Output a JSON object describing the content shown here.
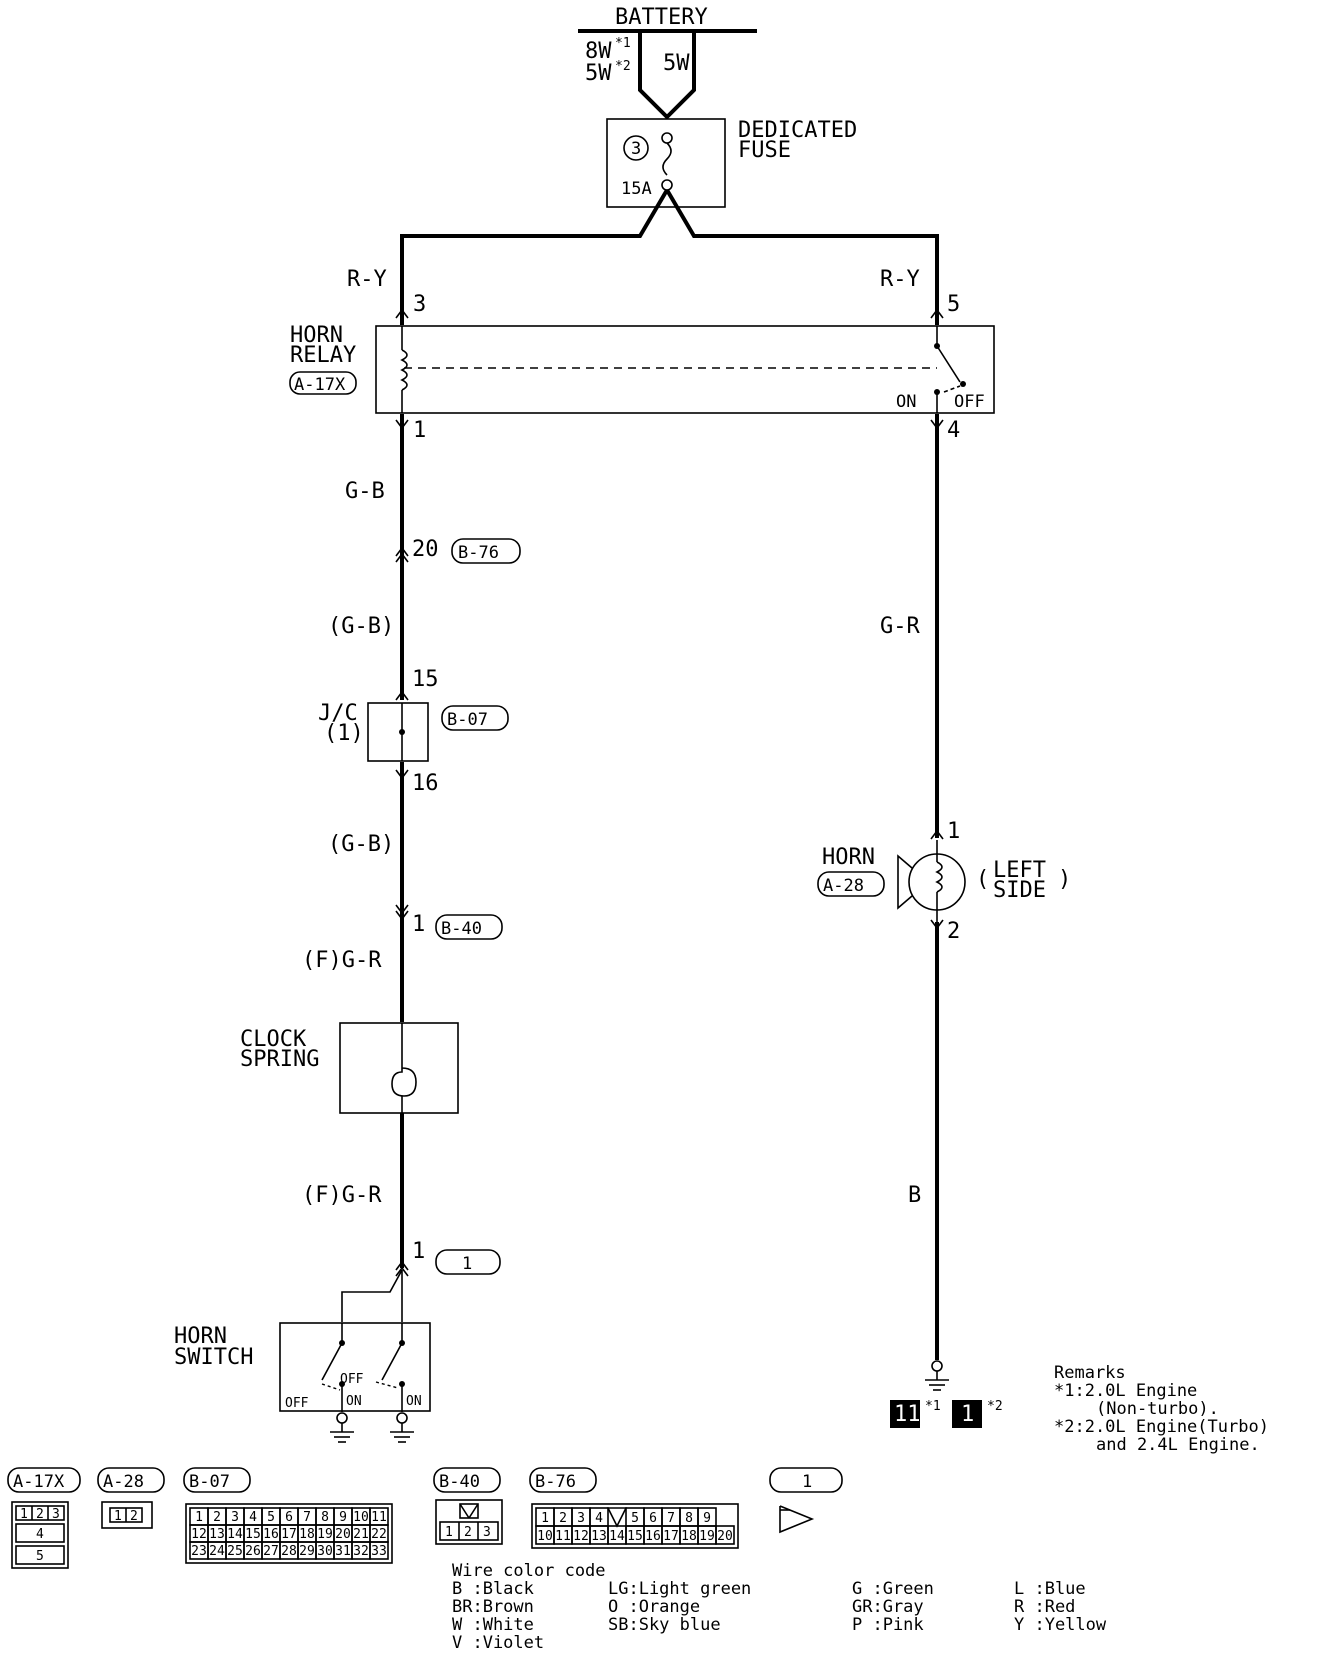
{
  "battery": {
    "label": "BATTERY",
    "wire_left_1": "8W",
    "wire_left_1_note": "*1",
    "wire_left_2": "5W",
    "wire_left_2_note": "*2",
    "wire_right": "5W"
  },
  "fuse": {
    "title_1": "DEDICATED",
    "title_2": "FUSE",
    "number": "3",
    "rating": "15A"
  },
  "wires": {
    "left_top": "R-Y",
    "right_top": "R-Y",
    "gb": "G-B",
    "gb_paren_1": "(G-B)",
    "gb_paren_2": "(G-B)",
    "fgr_1": "(F)G-R",
    "fgr_2": "(F)G-R",
    "gr": "G-R",
    "b": "B"
  },
  "relay": {
    "title_1": "HORN",
    "title_2": "RELAY",
    "connector": "A-17X",
    "pin_3": "3",
    "pin_5": "5",
    "pin_1": "1",
    "pin_4": "4",
    "on": "ON",
    "off": "OFF"
  },
  "connectors": {
    "b76": "B-76",
    "b76_pin": "20",
    "b07": "B-07",
    "jc_pin_in": "15",
    "jc_pin_out": "16",
    "b40": "B-40",
    "b40_pin": "1",
    "c1": "1",
    "c1_pin": "1"
  },
  "jc": {
    "label_1": "J/C",
    "label_2": "(1)"
  },
  "horn": {
    "title": "HORN",
    "connector": "A-28",
    "side_1": "LEFT",
    "side_2": "SIDE",
    "pin_1": "1",
    "pin_2": "2"
  },
  "clock_spring": {
    "label_1": "CLOCK",
    "label_2": "SPRING"
  },
  "horn_switch": {
    "label_1": "HORN",
    "label_2": "SWITCH",
    "off_1": "OFF",
    "off_2": "OFF",
    "on_1": "ON",
    "on_2": "ON"
  },
  "ground": {
    "code_1": "11",
    "note_1": "*1",
    "code_2": "1",
    "note_2": "*2"
  },
  "remarks": {
    "title": "Remarks",
    "line_1": "*1:2.0L Engine",
    "line_2": "(Non-turbo).",
    "line_3": "*2:2.0L Engine(Turbo)",
    "line_4": "and 2.4L Engine."
  },
  "connector_views": {
    "a17x": {
      "label": "A-17X",
      "pins_row": [
        "1",
        "2",
        "3"
      ],
      "pin_4": "4",
      "pin_5": "5"
    },
    "a28": {
      "label": "A-28",
      "pins": [
        "1",
        "2"
      ]
    },
    "b07": {
      "label": "B-07",
      "row1": [
        "1",
        "2",
        "3",
        "4",
        "5",
        "6",
        "7",
        "8",
        "9",
        "10",
        "11"
      ],
      "row2": [
        "12",
        "13",
        "14",
        "15",
        "16",
        "17",
        "18",
        "19",
        "20",
        "21",
        "22"
      ],
      "row3": [
        "23",
        "24",
        "25",
        "26",
        "27",
        "28",
        "29",
        "30",
        "31",
        "32",
        "33"
      ]
    },
    "b40": {
      "label": "B-40",
      "pins": [
        "1",
        "2",
        "3"
      ]
    },
    "b76": {
      "label": "B-76",
      "row1": [
        "1",
        "2",
        "3",
        "4",
        "5",
        "6",
        "7",
        "8",
        "9"
      ],
      "row2": [
        "10",
        "11",
        "12",
        "13",
        "14",
        "15",
        "16",
        "17",
        "18",
        "19",
        "20"
      ]
    },
    "c1": {
      "label": "1"
    }
  },
  "color_code": {
    "title": "Wire color code",
    "col1": [
      "B :Black",
      "BR:Brown",
      "W :White",
      "V :Violet"
    ],
    "col2": [
      "LG:Light green",
      "O :Orange",
      "SB:Sky blue"
    ],
    "col3": [
      "G :Green",
      "GR:Gray",
      "P :Pink"
    ],
    "col4": [
      "L :Blue",
      "R :Red",
      "Y :Yellow"
    ]
  }
}
